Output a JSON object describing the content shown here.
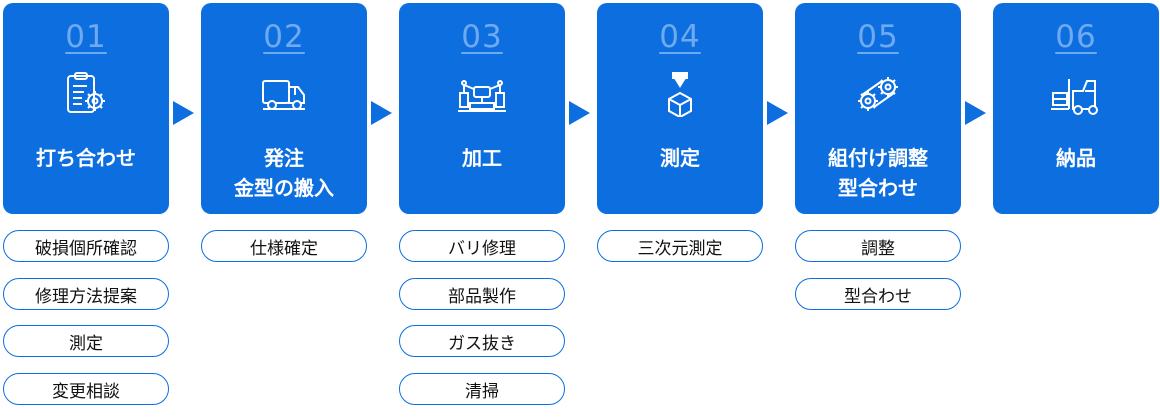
{
  "steps": [
    {
      "number": "01",
      "title": "打ち合わせ",
      "icon": "clipboard-gear-icon",
      "tags": [
        "破損個所確認",
        "修理方法提案",
        "測定",
        "変更相談"
      ]
    },
    {
      "number": "02",
      "title": "発注\n金型の搬入",
      "icon": "delivery-truck-icon",
      "tags": [
        "仕様確定"
      ]
    },
    {
      "number": "03",
      "title": "加工",
      "icon": "robot-arm-icon",
      "tags": [
        "バリ修理",
        "部品製作",
        "ガス抜き",
        "清掃"
      ]
    },
    {
      "number": "04",
      "title": "測定",
      "icon": "measuring-probe-icon",
      "tags": [
        "三次元測定"
      ]
    },
    {
      "number": "05",
      "title": "組付け調整\n型合わせ",
      "icon": "gears-icon",
      "tags": [
        "調整",
        "型合わせ"
      ]
    },
    {
      "number": "06",
      "title": "納品",
      "icon": "forklift-icon",
      "tags": []
    }
  ],
  "colors": {
    "primary": "#0d6ee0",
    "number": "#6faaf0",
    "tag_border": "#0d6ee0"
  }
}
